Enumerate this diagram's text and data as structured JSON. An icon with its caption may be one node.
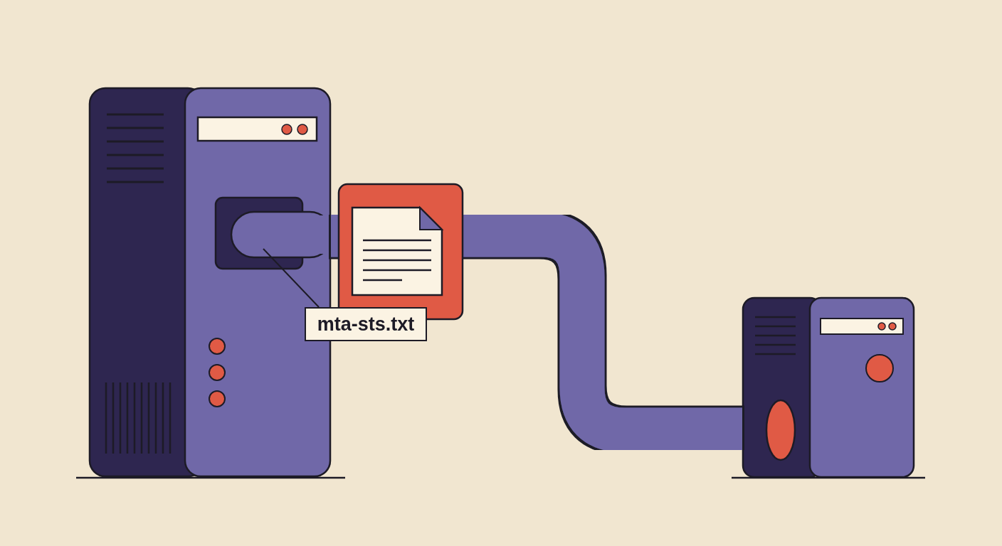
{
  "diagram": {
    "nodes": [
      {
        "text": [],
        "shape": "picture"
      },
      {
        "text": [],
        "shape": "picture"
      },
      {
        "text": [
          "mta-sts.txt"
        ]
      }
    ],
    "edges": [
      {
        "from": 0,
        "to": 1,
        "arrow": "none",
        "style": "thick"
      },
      {
        "from": 2,
        "to": 0,
        "arrow": "none",
        "color": "#1d1b26"
      }
    ]
  }
}
